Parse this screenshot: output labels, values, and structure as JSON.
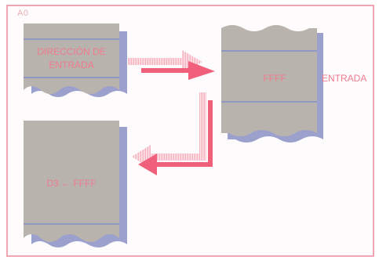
{
  "register_label": "A0",
  "input_address_line1": "DIRECCIÓN DE",
  "input_address_line2": "ENTRADA",
  "memory_value": "FFFF",
  "memory_side_label": "ENTRADA",
  "output_value": "D3 ← FFFF",
  "colors": {
    "accent": "#f0607a",
    "block_fill": "#b9b3ad",
    "block_shadow": "#8a8fc4",
    "divider": "#8090c8",
    "frame": "#f2a6b4"
  }
}
